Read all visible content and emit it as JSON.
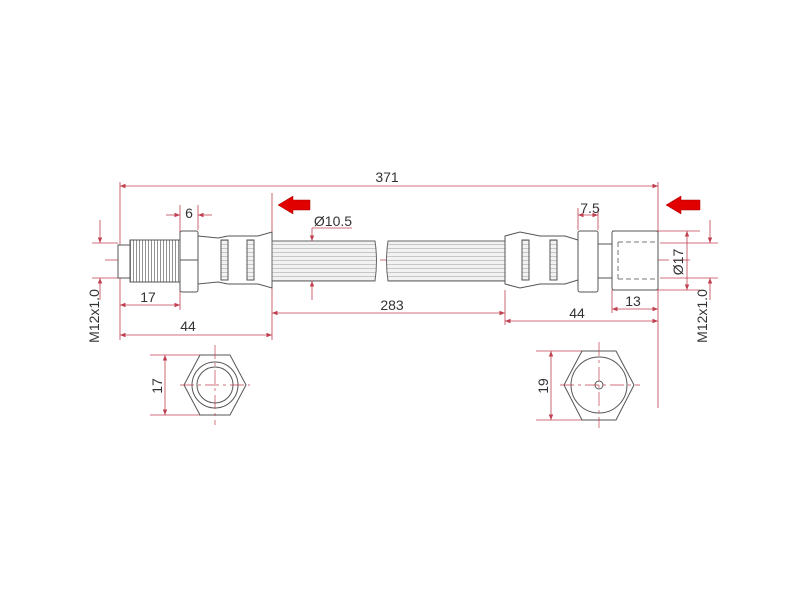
{
  "title": "Brake hose dimensional drawing",
  "colors": {
    "dimension": "#c04050",
    "arrow": "#e00000",
    "outline": "#555555"
  },
  "dimensions": {
    "overall_length": "371",
    "hose_length": "283",
    "hose_diameter": "Ø10.5",
    "left_nut_width": "6",
    "left_thread_length": "17",
    "left_fitting_length": "44",
    "left_thread": "M12x1.0",
    "left_hex_size": "17",
    "right_nut_width": "7.5",
    "right_socket_length": "13",
    "right_fitting_length": "44",
    "right_socket_diameter": "Ø17",
    "right_thread": "M12x1.0",
    "right_hex_size": "19"
  },
  "icons": {
    "left_arrow": "red-left-arrow-icon",
    "right_arrow": "red-left-arrow-icon"
  }
}
